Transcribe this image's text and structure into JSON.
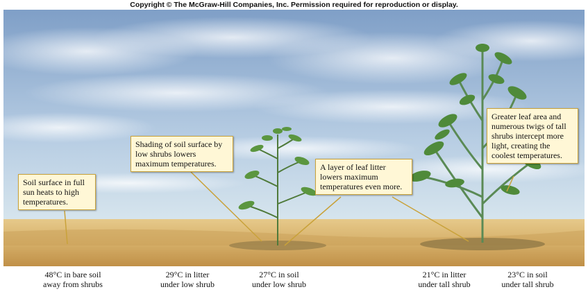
{
  "copyright": "Copyright © The McGraw-Hill Companies, Inc. Permission required for reproduction or display.",
  "callouts": [
    {
      "lines": [
        "Soil surface in full",
        "sun heats to high",
        "temperatures."
      ]
    },
    {
      "lines": [
        "Shading of soil surface by",
        "low shrubs lowers",
        "maximum temperatures."
      ]
    },
    {
      "lines": [
        "A layer of leaf litter",
        "lowers maximum",
        "temperatures even more."
      ]
    },
    {
      "lines": [
        "Greater leaf area and",
        "numerous twigs of tall",
        "shrubs intercept more",
        "light, creating the",
        "coolest temperatures."
      ]
    }
  ],
  "captions": [
    {
      "line1": "48°C in bare soil",
      "line2": "away from shrubs"
    },
    {
      "line1": "29°C in litter",
      "line2": "under low shrub"
    },
    {
      "line1": "27°C in soil",
      "line2": "under low shrub"
    },
    {
      "line1": "21°C in litter",
      "line2": "under tall shrub"
    },
    {
      "line1": "23°C in soil",
      "line2": "under tall shrub"
    }
  ],
  "colors": {
    "sky_top": "#8aa7cc",
    "sky_bottom": "#cfe0ec",
    "ground": "#d9b770",
    "plant": "#4f8a3a",
    "callout_fill": "#fff7d6",
    "callout_border": "#c9a23a"
  }
}
